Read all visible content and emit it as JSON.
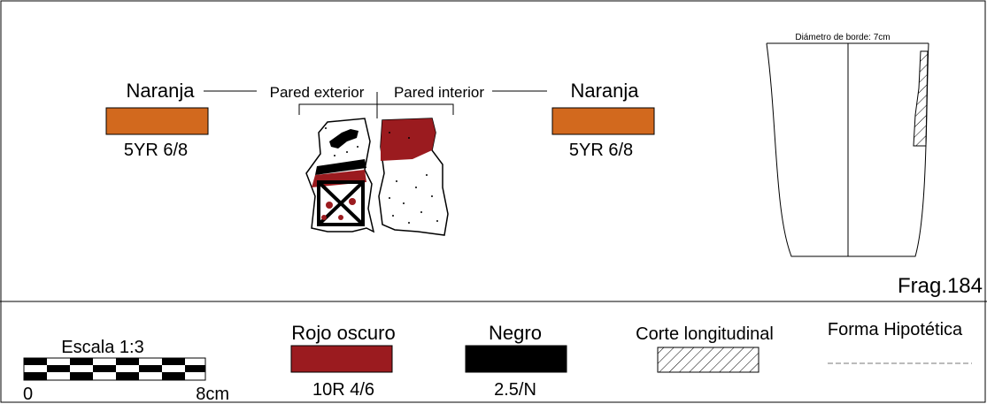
{
  "top_panel": {
    "left_color": {
      "name": "Naranja",
      "code": "5YR 6/8",
      "hex": "#d2691e"
    },
    "right_color": {
      "name": "Naranja",
      "code": "5YR 6/8",
      "hex": "#d2691e"
    },
    "exterior_label": "Pared exterior",
    "interior_label": "Pared interior",
    "diameter_label": "Diámetro de borde: 7cm",
    "fragment_id": "Frag.184"
  },
  "legend": {
    "scale": {
      "title": "Escala 1:3",
      "start": "0",
      "end": "8cm"
    },
    "dark_red": {
      "name": "Rojo oscuro",
      "code": "10R 4/6",
      "hex": "#9b1b1f"
    },
    "black": {
      "name": "Negro",
      "code": "2.5/N",
      "hex": "#000000"
    },
    "section": {
      "name": "Corte longitudinal"
    },
    "hypothetical": {
      "name": "Forma Hipotética"
    }
  }
}
